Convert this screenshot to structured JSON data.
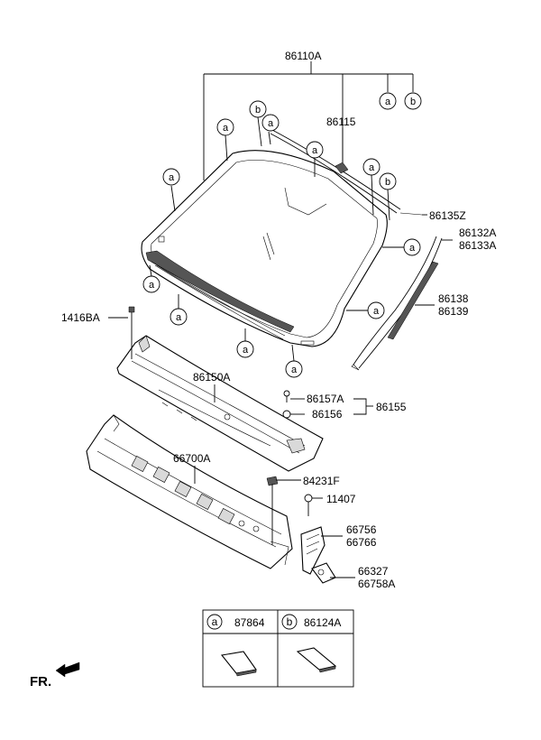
{
  "parts": {
    "p86110A": "86110A",
    "p86115": "86115",
    "p86135Z": "86135Z",
    "p86132A": "86132A",
    "p86133A": "86133A",
    "p86138": "86138",
    "p86139": "86139",
    "p1416BA": "1416BA",
    "p86150A": "86150A",
    "p86157A": "86157A",
    "p86155": "86155",
    "p86156": "86156",
    "p66700A": "66700A",
    "p84231F": "84231F",
    "p11407": "11407",
    "p66756": "66756",
    "p66766": "66766",
    "p66327": "66327",
    "p66758A": "66758A"
  },
  "callouts": {
    "a": "a",
    "b": "b"
  },
  "legend": {
    "a_letter": "a",
    "a_part": "87864",
    "b_letter": "b",
    "b_part": "86124A"
  },
  "direction": "FR."
}
